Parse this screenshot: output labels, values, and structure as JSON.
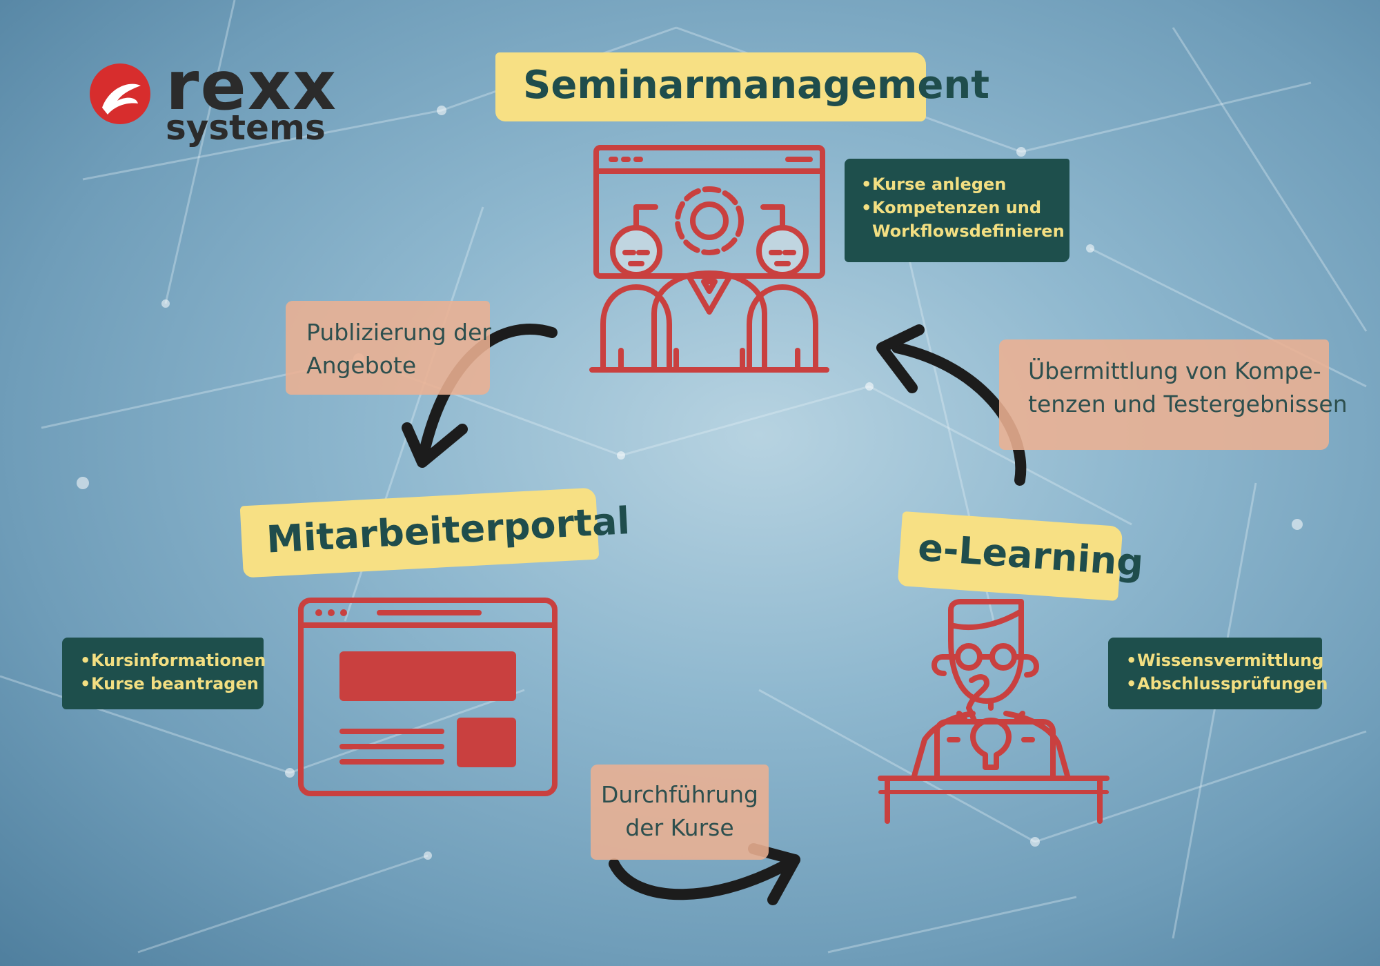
{
  "logo": {
    "line1": "rexx",
    "line2": "systems"
  },
  "nodes": {
    "seminar": {
      "title": "Seminarmanagement",
      "bullets": [
        "Kurse anlegen",
        "Kompetenzen und Workflowsdefinieren"
      ]
    },
    "portal": {
      "title": "Mitarbeiterportal",
      "bullets": [
        "Kursinformationen",
        "Kurse beantragen"
      ]
    },
    "elearning": {
      "title": "e-Learning",
      "bullets": [
        "Wissensvermittlung",
        "Abschlussprüfungen"
      ]
    }
  },
  "edges": {
    "publish": {
      "line1": "Publizierung der",
      "line2": "Angebote"
    },
    "transfer": {
      "line1": "Übermittlung von Kompe-",
      "line2": "tenzen und Testergebnissen"
    },
    "run": {
      "line1": "Durchführung",
      "line2": "der Kurse"
    }
  },
  "colors": {
    "title_bg": "#f7e084",
    "title_text": "#1f4d4c",
    "box_bg": "#1e4f4c",
    "box_text": "#f3df82",
    "edge_bg": "#ecb092",
    "icon": "#c9403f",
    "arrow": "#1c1c1c"
  }
}
